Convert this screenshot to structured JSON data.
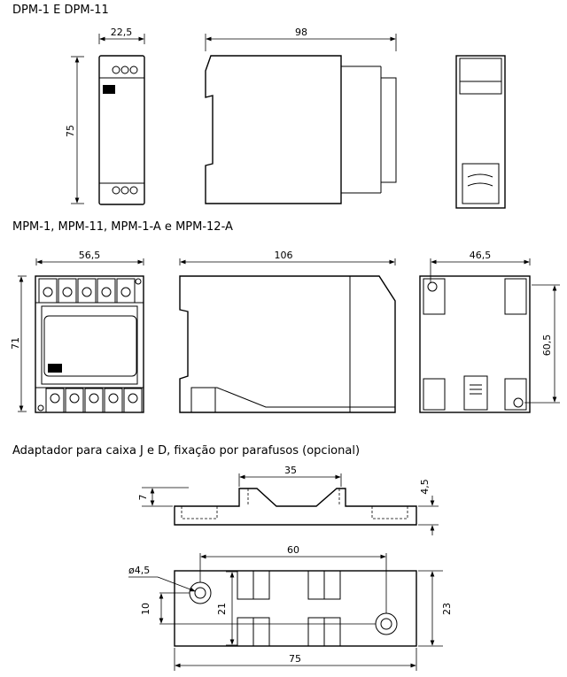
{
  "sections": {
    "dpm": {
      "title": "DPM-1 E DPM-11",
      "dims": {
        "width": "22,5",
        "depth": "98",
        "height": "75"
      }
    },
    "mpm": {
      "title": "MPM-1, MPM-11, MPM-1-A e MPM-12-A",
      "dims": {
        "width": "56,5",
        "depth": "106",
        "height": "71",
        "back_width": "46,5",
        "back_height": "60,5"
      }
    },
    "adapter": {
      "title": "Adaptador para caixa J e D, fixação por parafusos (opcional)",
      "dims": {
        "top": "35",
        "left": "7",
        "right": "4,5",
        "holes": "60",
        "hole_dia": "ø4,5",
        "offset": "10",
        "inner": "21",
        "height": "23",
        "length": "75"
      }
    }
  }
}
